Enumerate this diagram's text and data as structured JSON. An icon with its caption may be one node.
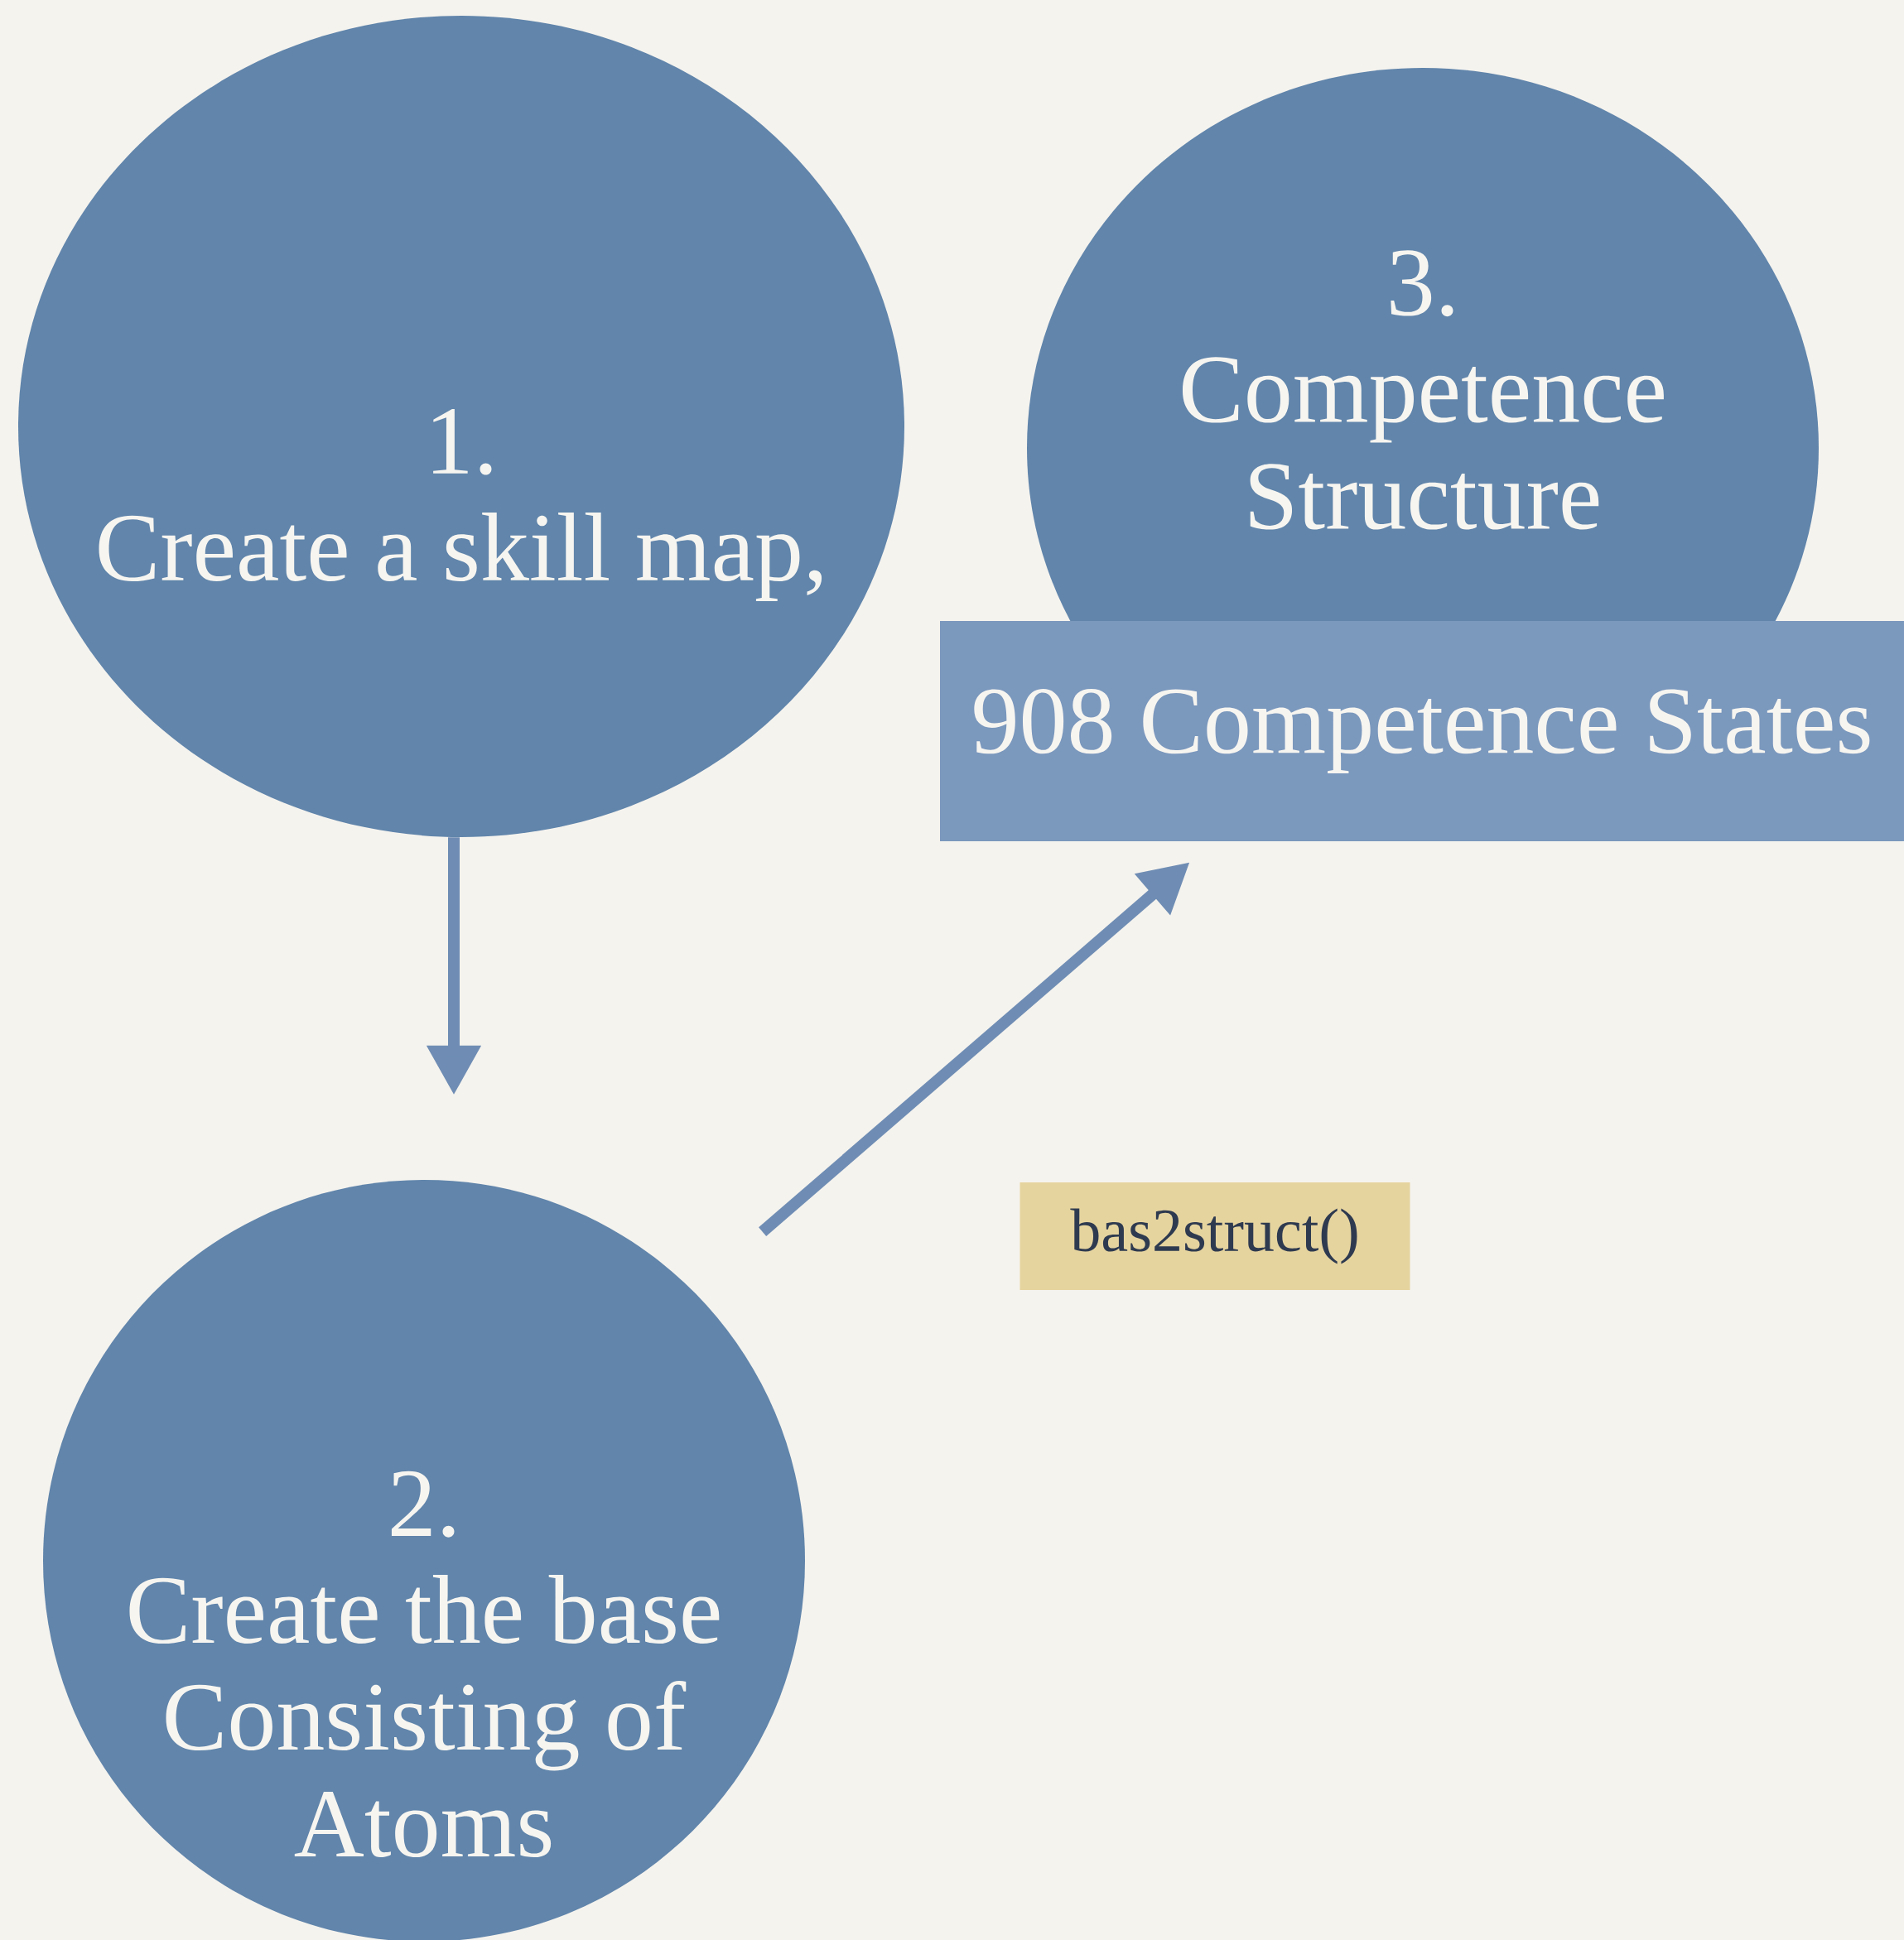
{
  "diagram": {
    "nodes": [
      {
        "text": [
          "1.",
          "Create a skill map,"
        ]
      },
      {
        "text": [
          "2.",
          "Create the base Consisting of Atoms"
        ]
      },
      {
        "text": [
          "3.",
          "Competence Structure"
        ]
      },
      {
        "text": [
          "908 Competence States"
        ]
      },
      {
        "text": [
          "bas2struct()"
        ]
      }
    ],
    "edges": [
      {
        "from": 0,
        "to": 1,
        "arrow": "to"
      },
      {
        "from": 1,
        "to": 3,
        "arrow": "to"
      }
    ]
  }
}
